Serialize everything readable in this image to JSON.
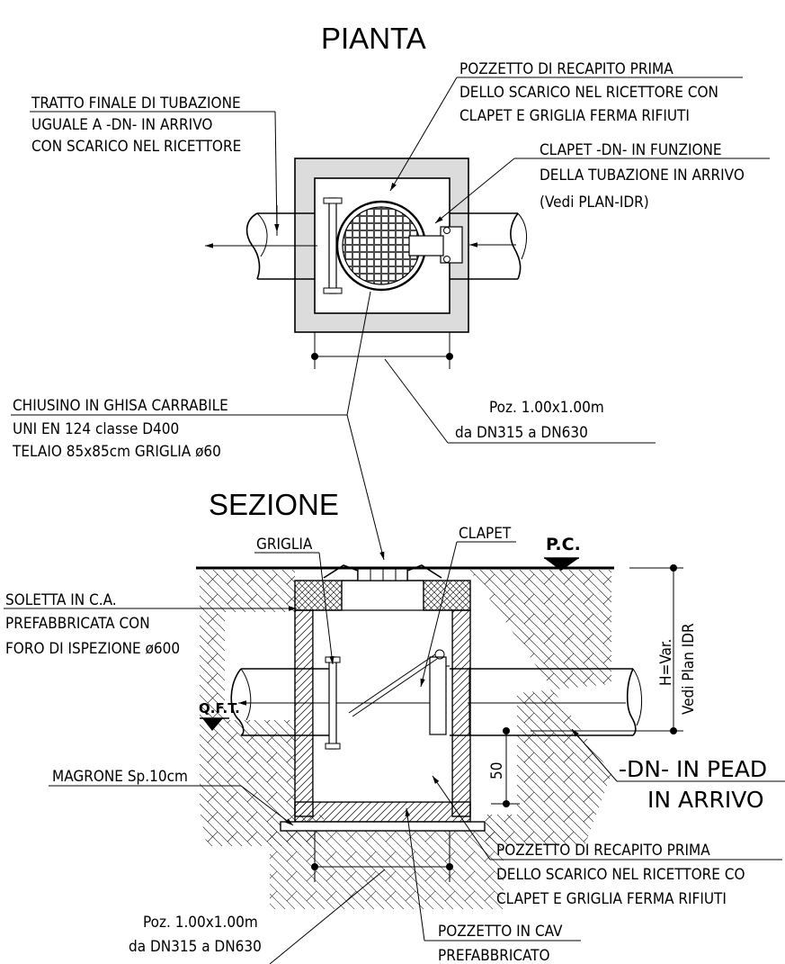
{
  "titles": {
    "plan": "PIANTA",
    "section": "SEZIONE"
  },
  "plan_labels": {
    "pipe_end": [
      "TRATTO FINALE DI TUBAZIONE",
      "UGUALE A -DN- IN ARRIVO",
      "CON SCARICO NEL RICETTORE"
    ],
    "manhole_top": [
      "POZZETTO DI RECAPITO PRIMA",
      "DELLO SCARICO NEL RICETTORE CON",
      "CLAPET E GRIGLIA FERMA RIFIUTI"
    ],
    "clapet": [
      "CLAPET -DN- IN FUNZIONE",
      "DELLA TUBAZIONE IN ARRIVO",
      "(Vedi PLAN-IDR)"
    ],
    "cover": [
      "CHIUSINO IN GHISA CARRABILE",
      "UNI EN 124 classe D400",
      "TELAIO 85x85cm GRIGLIA ø60"
    ],
    "dimension": [
      "Poz. 1.00x1.00m",
      "da DN315 a DN630"
    ]
  },
  "section_labels": {
    "griglia": "GRIGLIA",
    "clapet": "CLAPET",
    "pc": "P.C.",
    "qft": "Q.F.T.",
    "slab": [
      "SOLETTA IN C.A.",
      "PREFABBRICATA CON",
      "FORO DI ISPEZIONE ø600"
    ],
    "height": [
      "H=Var.",
      "Vedi Plan IDR"
    ],
    "fifty": "50",
    "magrone": "MAGRONE Sp.10cm",
    "pipe_in": [
      "-DN- IN PEAD",
      "IN ARRIVO"
    ],
    "manhole_bottom": [
      "POZZETTO DI RECAPITO PRIMA",
      "DELLO SCARICO NEL RICETTORE CO",
      "CLAPET E GRIGLIA FERMA RIFIUTI"
    ],
    "dimension": [
      "Poz. 1.00x1.00m",
      "da DN315 a DN630"
    ],
    "precast": [
      "POZZETTO IN CAV",
      "PREFABBRICATO"
    ]
  }
}
